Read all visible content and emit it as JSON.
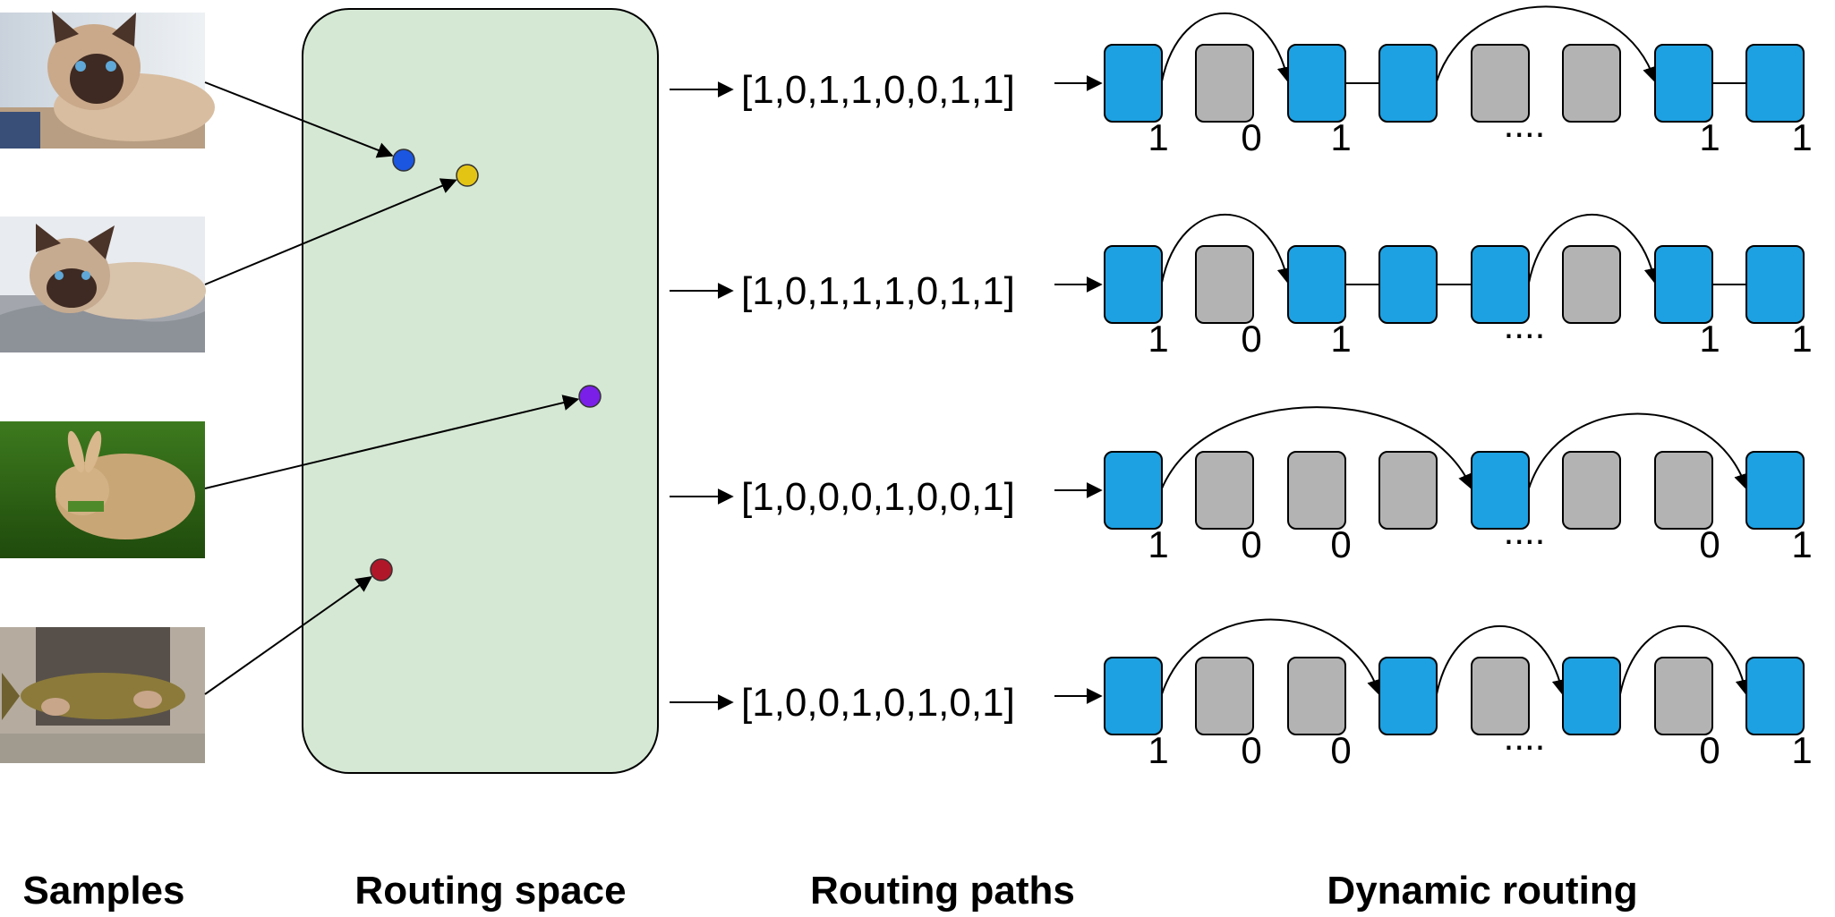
{
  "captions": {
    "samples": "Samples",
    "routing_space": "Routing space",
    "routing_paths": "Routing paths",
    "dynamic_routing": "Dynamic routing"
  },
  "samples": [
    {
      "name": "cat-1",
      "image": "siamese-cat-lying-photo"
    },
    {
      "name": "cat-2",
      "image": "siamese-cat-on-blanket-photo"
    },
    {
      "name": "rabbit",
      "image": "rabbit-on-grass-photo"
    },
    {
      "name": "fish",
      "image": "person-holding-fish-photo"
    }
  ],
  "routing_points": [
    {
      "color": "#1a56e0"
    },
    {
      "color": "#e3c414"
    },
    {
      "color": "#7a1fe8"
    },
    {
      "color": "#b0182a"
    }
  ],
  "routing_paths": [
    {
      "text": "[1,0,1,1,0,0,1,1]",
      "bits": [
        1,
        0,
        1,
        1,
        0,
        0,
        1,
        1
      ],
      "labels": [
        "1",
        "0",
        "1",
        "....",
        "1",
        "1"
      ]
    },
    {
      "text": "[1,0,1,1,1,0,1,1]",
      "bits": [
        1,
        0,
        1,
        1,
        1,
        0,
        1,
        1
      ],
      "labels": [
        "1",
        "0",
        "1",
        "....",
        "1",
        "1"
      ]
    },
    {
      "text": "[1,0,0,0,1,0,0,1]",
      "bits": [
        1,
        0,
        0,
        0,
        1,
        0,
        0,
        1
      ],
      "labels": [
        "1",
        "0",
        "0",
        "....",
        "0",
        "1"
      ]
    },
    {
      "text": "[1,0,0,1,0,1,0,1]",
      "bits": [
        1,
        0,
        0,
        1,
        0,
        1,
        0,
        1
      ],
      "labels": [
        "1",
        "0",
        "0",
        "....",
        "0",
        "1"
      ]
    }
  ],
  "colors": {
    "active_block": "#1da1e2",
    "inactive_block": "#b3b3b3",
    "routing_space_fill": "#d5e8d4"
  }
}
